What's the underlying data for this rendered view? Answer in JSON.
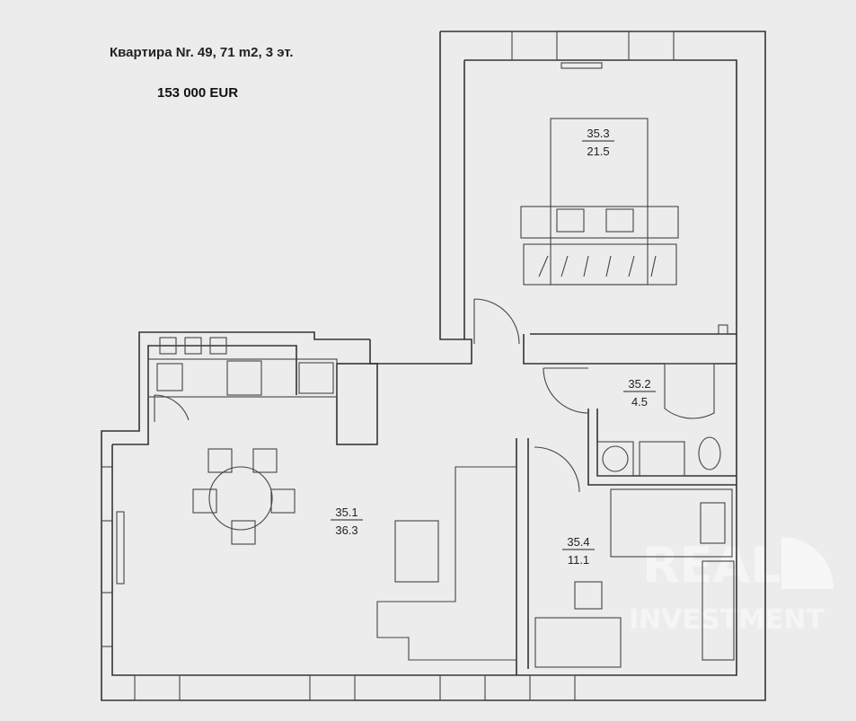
{
  "header": {
    "title": "Квартира Nr. 49, 71 m2, 3 эт.",
    "price": "153 000 EUR"
  },
  "rooms": [
    {
      "id": "35.3",
      "area": "21.5"
    },
    {
      "id": "35.2",
      "area": "4.5"
    },
    {
      "id": "35.1",
      "area": "36.3"
    },
    {
      "id": "35.4",
      "area": "11.1"
    }
  ],
  "watermark": {
    "line1": "REAL",
    "line2": "INVESTMENT"
  },
  "colors": {
    "background": "#ececec",
    "lines": "#333333"
  }
}
